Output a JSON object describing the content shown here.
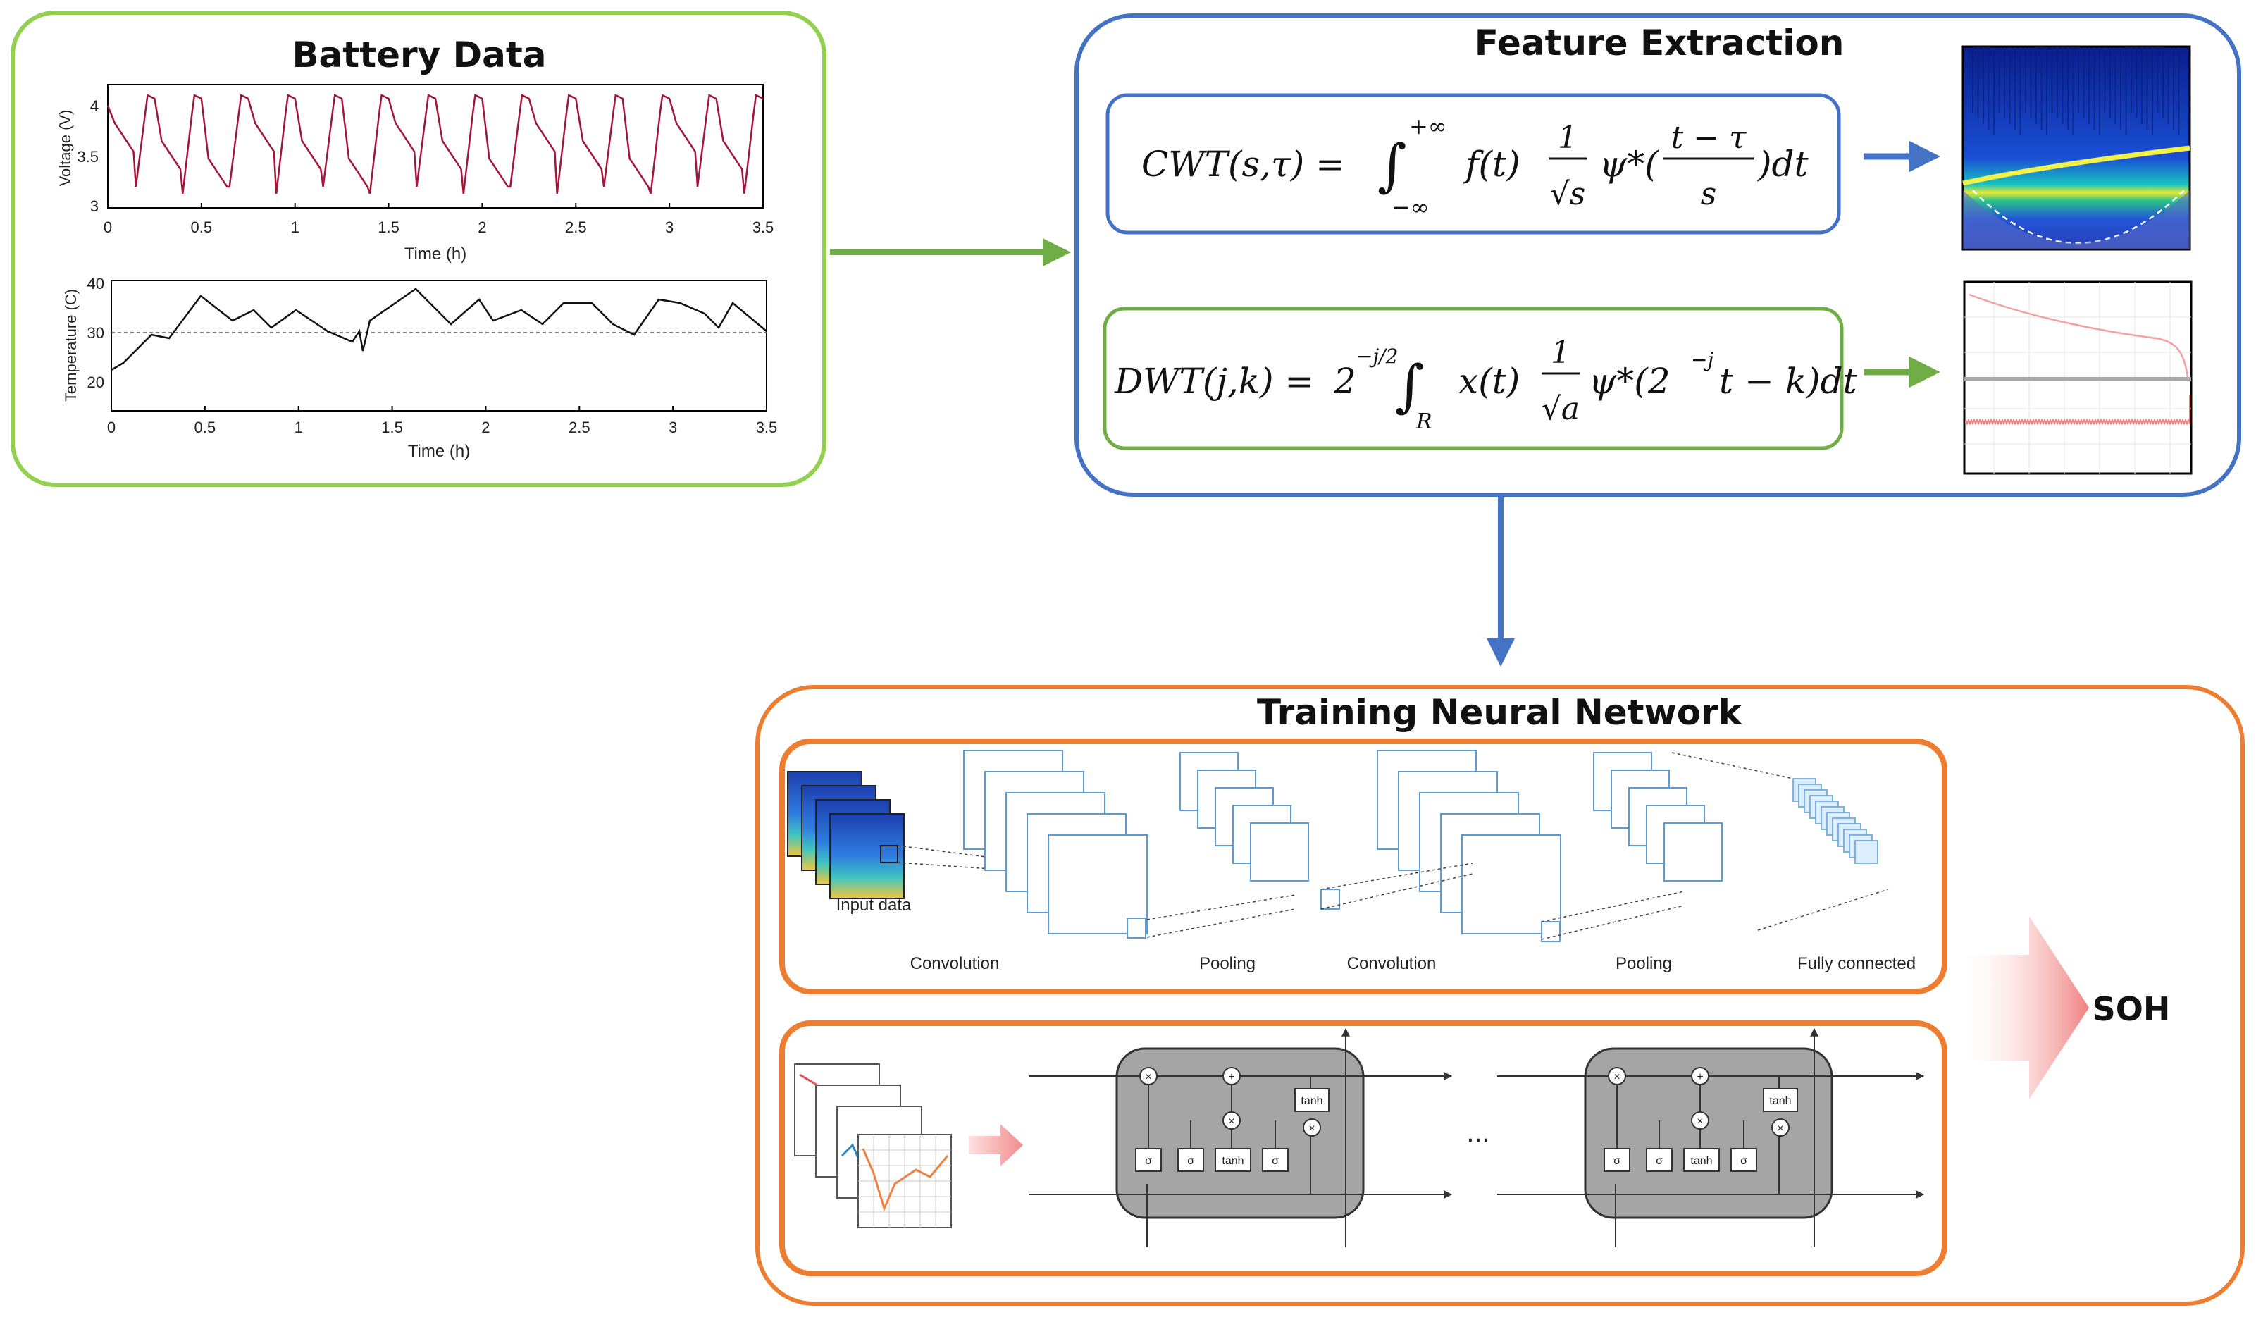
{
  "battery_panel": {
    "title": "Battery Data",
    "voltage_ylabel": "Voltage (V)",
    "temp_ylabel": "Temperature (C)",
    "xlabel": "Time (h)",
    "x_ticks": [
      "0",
      "0.5",
      "1",
      "1.5",
      "2",
      "2.5",
      "3",
      "3.5"
    ],
    "voltage_yticks": [
      "4",
      "3.5",
      "3"
    ],
    "temp_yticks": [
      "40",
      "30",
      "20"
    ],
    "voltage_color": "#a3163a",
    "temp_color": "#111111",
    "border_color": "#92d050"
  },
  "feature_panel": {
    "title": "Feature Extraction",
    "cwt_formula": {
      "lhs": "CWT(s,τ) = ",
      "upper": "+∞",
      "lower": "−∞",
      "body": "f(t)",
      "frac_num": "1",
      "frac_den": "√s",
      "psi": "ψ*(",
      "inner_num": "t − τ",
      "inner_den": "s",
      "tail": ")dt"
    },
    "dwt_formula": {
      "lhs": "DWT(j,k) = ",
      "base": "2",
      "exp": "−j/2",
      "sub": "R",
      "body": "x(t)",
      "frac_num": "1",
      "frac_den": "√a",
      "psi": "ψ*(2",
      "exp2": "−j",
      "tail": "t − k)dt"
    },
    "border_color": "#4472c4",
    "cwt_border_color": "#4472c4",
    "dwt_border_color": "#70ad47"
  },
  "training_panel": {
    "title": "Training Neural Network",
    "cnn_labels": {
      "input": "Input data",
      "conv1": "Convolution",
      "pool1": "Pooling",
      "conv2": "Convolution",
      "pool2": "Pooling",
      "fc": "Fully connected"
    },
    "lstm_ellipsis": "...",
    "lstm_gate_labels": [
      "×",
      "+",
      "×",
      "σ",
      "σ",
      "tanh",
      "σ",
      "tanh",
      "×"
    ],
    "output_label": "SOH",
    "border_color": "#ed7d31"
  }
}
